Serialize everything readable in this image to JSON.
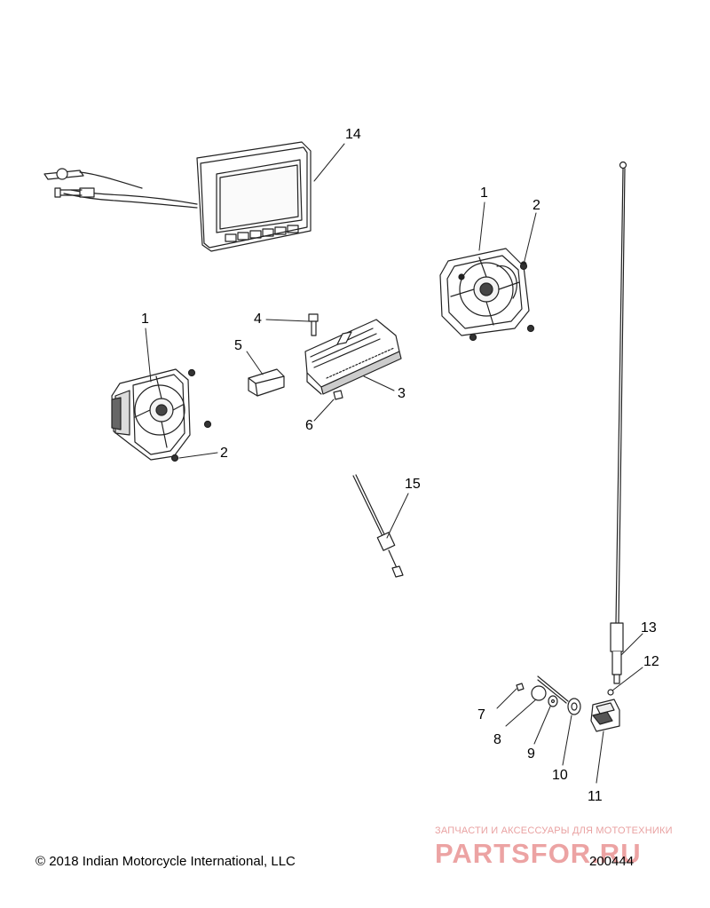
{
  "callouts": {
    "display_14": "14",
    "speaker_right_1": "1",
    "screw_right_2": "2",
    "speaker_left_1": "1",
    "screw_left_2": "2",
    "bolt_4": "4",
    "module_5": "5",
    "amplifier_3": "3",
    "nut_6": "6",
    "probe_15": "15",
    "antenna_13": "13",
    "washer_12": "12",
    "nut_7": "7",
    "washer_8": "8",
    "washer_9": "9",
    "bolt_10": "10",
    "mount_11": "11"
  },
  "footer": {
    "copyright": "© 2018 Indian Motorcycle International, LLC",
    "diagram_code": "200444"
  },
  "watermark": {
    "tagline": "ЗАПЧАСТИ И АКСЕССУАРЫ ДЛЯ МОТОТЕХНИКИ",
    "logo": "PARTSFOR.RU"
  }
}
